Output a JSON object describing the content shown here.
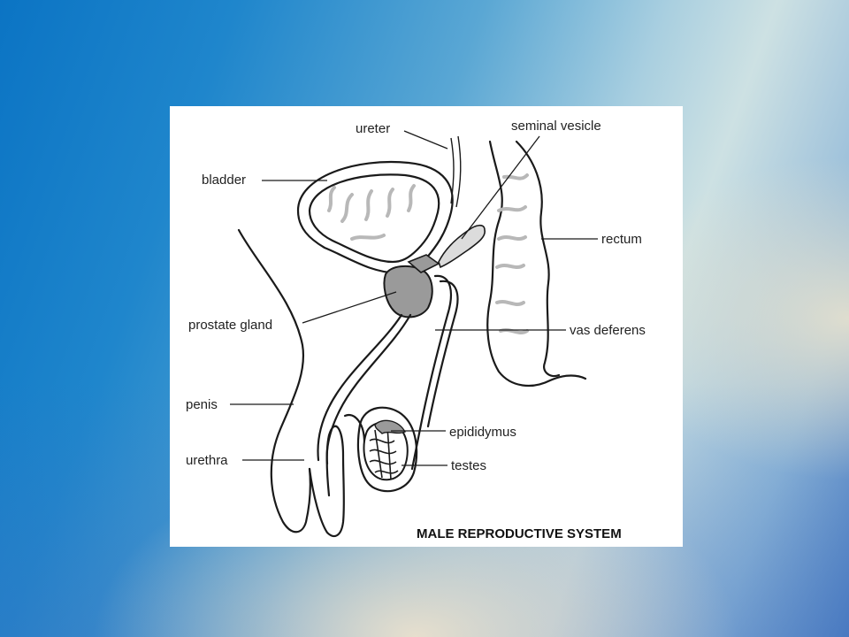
{
  "diagram": {
    "caption": "MALE REPRODUCTIVE SYSTEM",
    "labels": {
      "ureter": "ureter",
      "seminal_vesicle": "seminal vesicle",
      "bladder": "bladder",
      "rectum": "rectum",
      "prostate_gland": "prostate gland",
      "vas_deferens": "vas deferens",
      "penis": "penis",
      "epididymus": "epididymus",
      "urethra": "urethra",
      "testes": "testes"
    }
  },
  "colors": {
    "gland_fill": "#9a9a9a",
    "vesicle_fill": "#c8c8c8",
    "outline": "#1a1a1a"
  }
}
